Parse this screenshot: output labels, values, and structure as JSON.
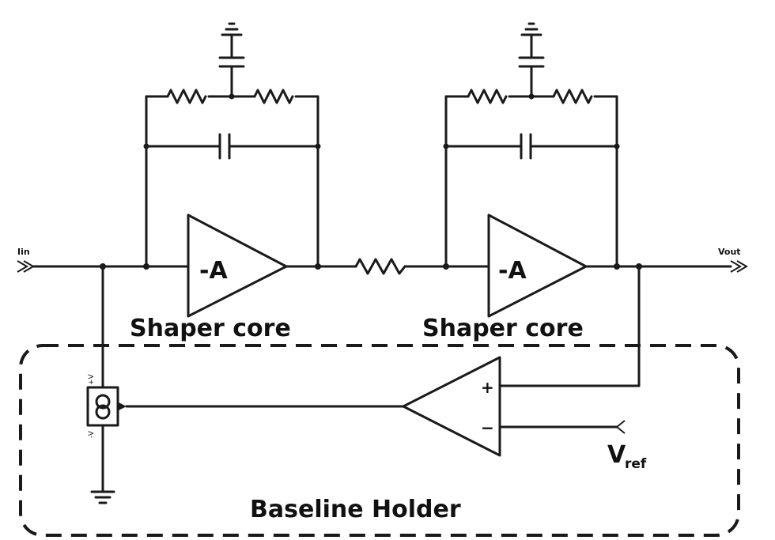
{
  "ports": {
    "input": "Iin",
    "output": "Vout"
  },
  "amplifiers": {
    "gain_label": "-A",
    "stage1_caption": "Shaper core",
    "stage2_caption": "Shaper core"
  },
  "baseline": {
    "caption": "Baseline Holder",
    "comp_plus": "+",
    "comp_minus": "−",
    "vref_main": "V",
    "vref_sub": "ref",
    "cs_plus": "+V",
    "cs_minus": "-V"
  }
}
